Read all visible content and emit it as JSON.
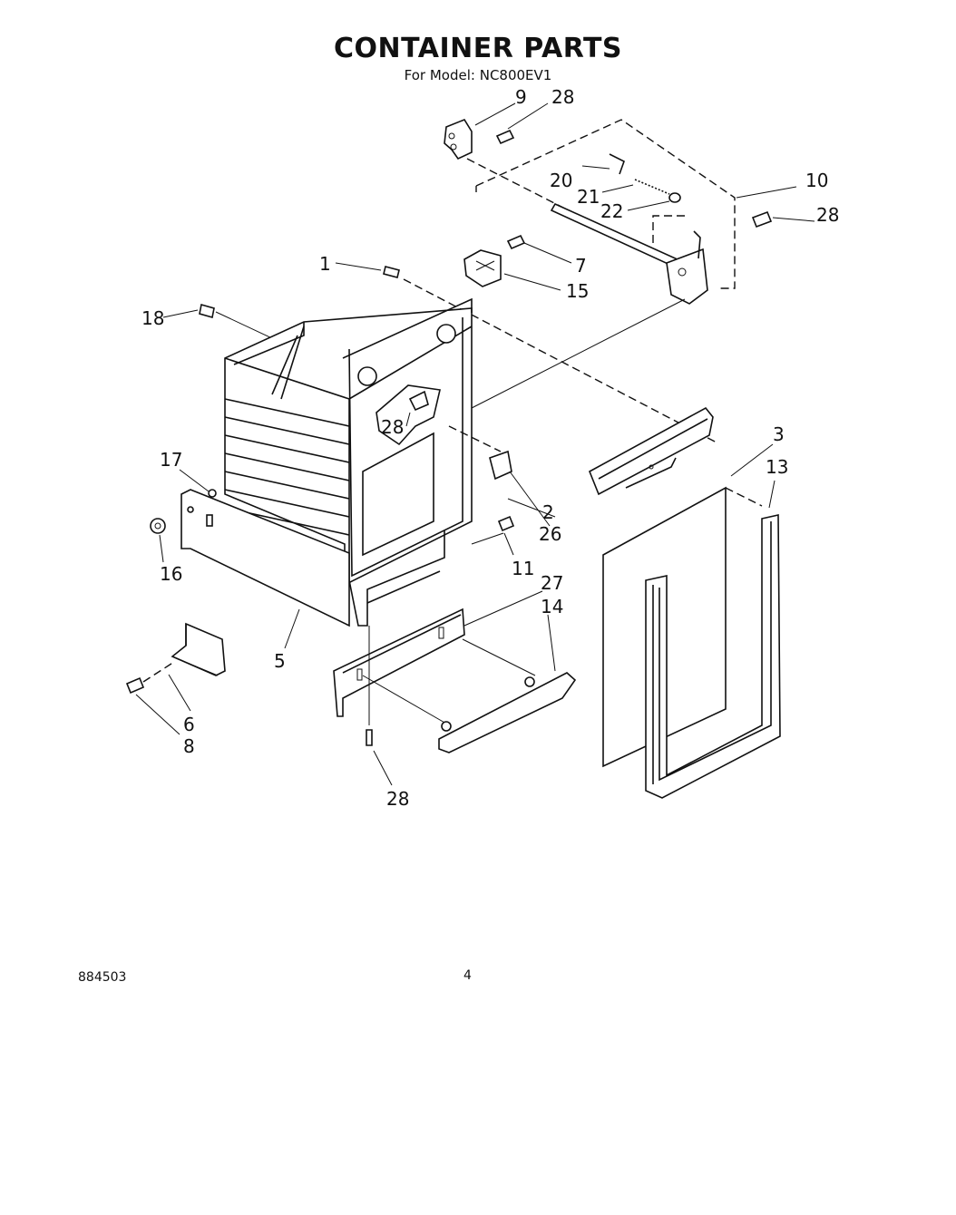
{
  "header": {
    "title": "CONTAINER PARTS",
    "subtitle": "For Model: NC800EV1"
  },
  "callouts": {
    "c1": "1",
    "c2": "2",
    "c3": "3",
    "c5": "5",
    "c6": "6",
    "c7": "7",
    "c8": "8",
    "c9": "9",
    "c10": "10",
    "c11": "11",
    "c13": "13",
    "c14": "14",
    "c15": "15",
    "c16": "16",
    "c17": "17",
    "c18": "18",
    "c20": "20",
    "c21": "21",
    "c22": "22",
    "c26": "26",
    "c27": "27",
    "c28a": "28",
    "c28b": "28",
    "c28c": "28",
    "c28d": "28"
  },
  "footer": {
    "doc_number": "884503",
    "page_number": "4"
  }
}
